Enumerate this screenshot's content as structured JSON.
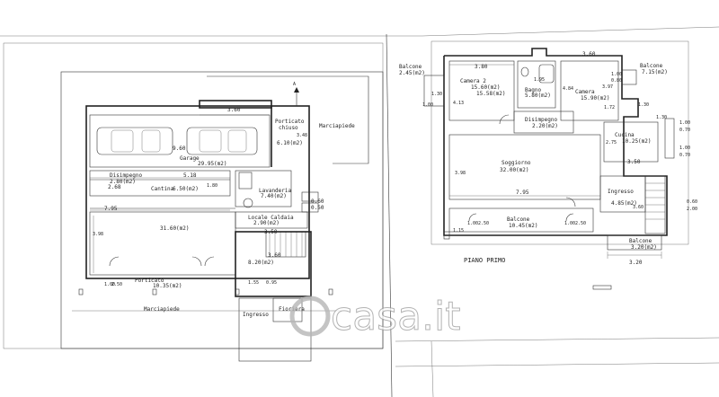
{
  "ground_floor": {
    "labels": [
      {
        "text": "3.60"
      },
      {
        "text": "A"
      },
      {
        "text": "Porticato"
      },
      {
        "text": "chiuso"
      },
      {
        "text": "6.10(m2)"
      },
      {
        "text": "3.48"
      },
      {
        "text": "Marciapiede"
      },
      {
        "text": "Garage"
      },
      {
        "text": "29.95(m2)"
      },
      {
        "text": "9.60"
      },
      {
        "text": "Disimpegno"
      },
      {
        "text": "2.80(m2)"
      },
      {
        "text": "5.18"
      },
      {
        "text": "2.68"
      },
      {
        "text": "Cantina"
      },
      {
        "text": "6.50(m2)"
      },
      {
        "text": "1.80"
      },
      {
        "text": "Lavanderia"
      },
      {
        "text": "7.40(m2)"
      },
      {
        "text": "0.60"
      },
      {
        "text": "0.50"
      },
      {
        "text": "7.95"
      },
      {
        "text": "Locale Caldaia"
      },
      {
        "text": "2.90(m2)"
      },
      {
        "text": "3.50"
      },
      {
        "text": "31.60(m2)"
      },
      {
        "text": "3.98"
      },
      {
        "text": "3.60"
      },
      {
        "text": "8.20(m2)"
      },
      {
        "text": "1.00"
      },
      {
        "text": "2.50"
      },
      {
        "text": "Porticato"
      },
      {
        "text": "10.35(m2)"
      },
      {
        "text": "1.55"
      },
      {
        "text": "0.95"
      },
      {
        "text": "Marciapiede"
      },
      {
        "text": "Ingresso"
      },
      {
        "text": "Fioriera"
      }
    ]
  },
  "first_floor": {
    "title": "PIANO PRIMO",
    "labels": [
      {
        "text": "Balcone"
      },
      {
        "text": "2.45(m2)"
      },
      {
        "text": "3.80"
      },
      {
        "text": "1.30"
      },
      {
        "text": "1.00"
      },
      {
        "text": "Camera 2"
      },
      {
        "text": "15.60(m2)"
      },
      {
        "text": "15.58(m2)"
      },
      {
        "text": "4.13"
      },
      {
        "text": "1.95"
      },
      {
        "text": "Bagno"
      },
      {
        "text": "5.80(m2)"
      },
      {
        "text": "4.84"
      },
      {
        "text": "3.60"
      },
      {
        "text": "3.97"
      },
      {
        "text": "Camera"
      },
      {
        "text": "15.90(m2)"
      },
      {
        "text": "Balcone"
      },
      {
        "text": "7.15(m2)"
      },
      {
        "text": "1.00"
      },
      {
        "text": "0.80"
      },
      {
        "text": "Disimpegno"
      },
      {
        "text": "2.20(m2)"
      },
      {
        "text": "1.72"
      },
      {
        "text": "1.30"
      },
      {
        "text": "1.30"
      },
      {
        "text": "1.00"
      },
      {
        "text": "0.70"
      },
      {
        "text": "Cucina"
      },
      {
        "text": "10.25(m2)"
      },
      {
        "text": "2.75"
      },
      {
        "text": "1.00"
      },
      {
        "text": "0.70"
      },
      {
        "text": "Soggiorno"
      },
      {
        "text": "32.00(m2)"
      },
      {
        "text": "3.98"
      },
      {
        "text": "3.50"
      },
      {
        "text": "7.95"
      },
      {
        "text": "Ingresso"
      },
      {
        "text": "0.60"
      },
      {
        "text": "2.00"
      },
      {
        "text": "4.85(m2)"
      },
      {
        "text": "3.60"
      },
      {
        "text": "1.00"
      },
      {
        "text": "2.50"
      },
      {
        "text": "Balcone"
      },
      {
        "text": "10.45(m2)"
      },
      {
        "text": "1.00"
      },
      {
        "text": "2.50"
      },
      {
        "text": "1.15"
      },
      {
        "text": "Balcone"
      },
      {
        "text": "3.20(m2)"
      },
      {
        "text": "3.20"
      }
    ]
  },
  "watermark": {
    "text": "casa.it"
  }
}
